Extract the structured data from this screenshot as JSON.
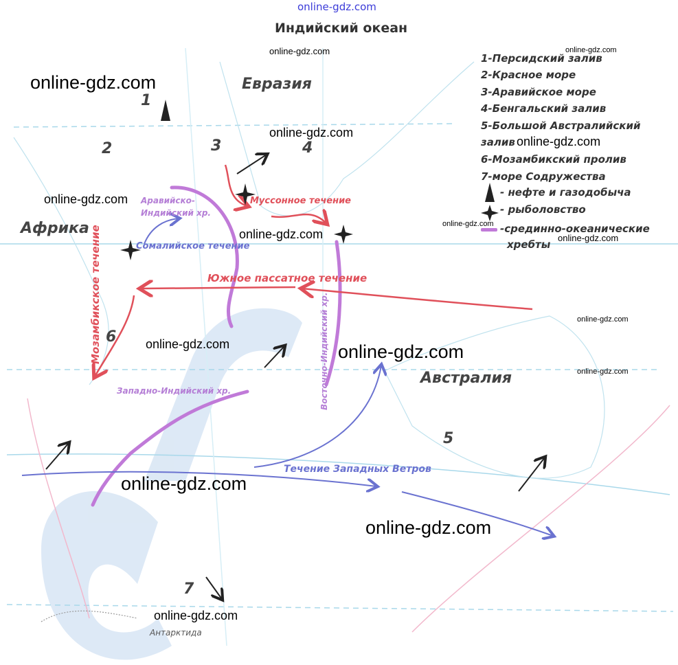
{
  "header": {
    "site": "online-gdz.com",
    "title": "Индийский океан"
  },
  "watermarks": [
    "online-gdz.com",
    "online-gdz.com",
    "online-gdz.com",
    "online-gdz.com",
    "online-gdz.com",
    "online-gdz.com",
    "online-gdz.com",
    "online-gdz.com",
    "online-gdz.com",
    "online-gdz.com",
    "online-gdz.com",
    "online-gdz.com",
    "online-gdz.com",
    "online-gdz.com",
    "online-gdz.com"
  ],
  "continents": {
    "eurasia": "Евразия",
    "africa": "Африка",
    "australia": "Австралия",
    "antarctica": "Антарктида"
  },
  "numbers": [
    "1",
    "2",
    "3",
    "4",
    "5",
    "6",
    "7"
  ],
  "legend": {
    "items": [
      "1-Персидский залив",
      "2-Красное море",
      "3-Аравийское море",
      "4-Бенгальский залив",
      "5-Большой Австралийский",
      "залив",
      "6-Мозамбикский пролив",
      "7-море Содружества"
    ],
    "oil": "- нефте и газодобыча",
    "fishing": "- рыболовство",
    "ridges_1": "-срединно-океанические",
    "ridges_2": "хребты"
  },
  "currents": {
    "monsoon": "Муссонное течение",
    "somali": "Сомалийское течение",
    "south_trade": "Южное пассатное течение",
    "mozambique": "Мозамбикское течение",
    "west_winds": "Течение Западных Ветров"
  },
  "ridges": {
    "arabian_indian_1": "Аравийско-",
    "arabian_indian_2": "Индийский хр.",
    "east_indian": "Восточно-Индийский хр.",
    "west_indian": "Западно-Индийский хр."
  },
  "colors": {
    "warm": "#e0505a",
    "cold": "#6a72d0",
    "ridge": "#c07ad8",
    "grid": "#a8d8ea",
    "symbol": "#222222"
  }
}
